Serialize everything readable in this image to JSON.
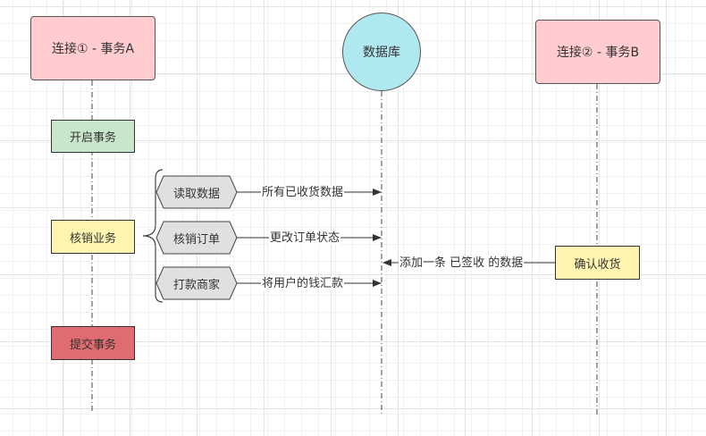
{
  "participants": {
    "conn_a": "连接① - 事务A",
    "database": "数据库",
    "conn_b": "连接② - 事务B"
  },
  "steps": {
    "begin": "开启事务",
    "business": "核销业务",
    "commit": "提交事务",
    "confirm": "确认收货"
  },
  "sub_steps": [
    {
      "label": "读取数据",
      "message": "所有已收货数据"
    },
    {
      "label": "核销订单",
      "message": "更改订单状态"
    },
    {
      "label": "打款商家",
      "message": "将用户的钱汇款"
    }
  ],
  "b_message": "添加一条 已签收 的数据",
  "colors": {
    "actor": "#ffccd0",
    "database": "#b0e8f0",
    "begin": "#c8e6c9",
    "business": "#fff5b0",
    "commit": "#e06b70",
    "sub_step": "#e0e0e0"
  }
}
